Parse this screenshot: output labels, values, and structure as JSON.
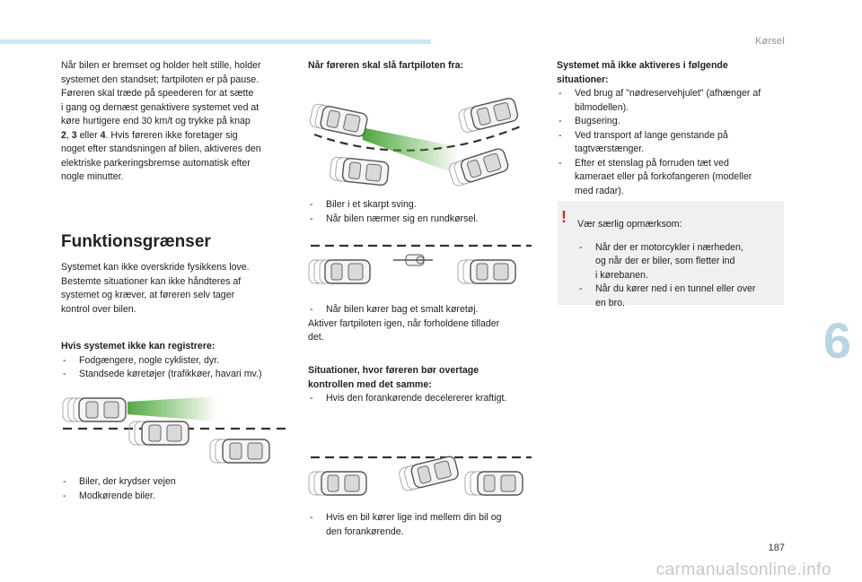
{
  "header": {
    "section": "Kørsel"
  },
  "chapter": "6",
  "page_number": "187",
  "col1": {
    "intro": [
      "Når bilen er bremset og holder helt stille, holder",
      "systemet den standset; fartpiloten er på pause.",
      "Føreren skal træde på speederen for at sætte",
      "i gang og dernæst genaktivere systemet ved at",
      "køre hurtigere end 30 km/t og trykke på knap"
    ],
    "intro_last_a": "2",
    "intro_last_b": ", ",
    "intro_last_c": "3",
    "intro_last_d": " eller ",
    "intro_last_e": "4",
    "intro_last_f": ". Hvis føreren ikke foretager sig",
    "intro_tail": [
      "noget efter standsningen af bilen, aktiveres den",
      "elektriske parkeringsbremse automatisk efter",
      "nogle minutter."
    ],
    "heading": "Funktionsgrænser",
    "limits": [
      "Systemet kan ikke overskride fysikkens love.",
      "Bestemte situationer kan ikke håndteres af",
      "systemet og kræver, at føreren selv tager",
      "kontrol over bilen."
    ],
    "not_detect_title": "Hvis systemet ikke kan registrere:",
    "not_detect_items": [
      "Fodgængere, nogle cyklister, dyr.",
      "Standsede køretøjer (trafikkøer, havari mv.)"
    ],
    "fig_items": [
      "Biler, der krydser vejen",
      "Modkørende biler."
    ]
  },
  "col2": {
    "off_title": "Når føreren skal slå fartpiloten fra:",
    "curve_items": [
      "Biler i et skarpt sving.",
      "Når bilen nærmer sig en rundkørsel."
    ],
    "narrow_item": "Når bilen kører bag et smalt køretøj.",
    "reactivate": [
      "Aktiver fartpiloten igen, når forholdene tillader",
      "det."
    ],
    "takeover_title": [
      "Situationer, hvor føreren bør overtage",
      "kontrollen med det samme:"
    ],
    "takeover_item": "Hvis den forankørende decelererer kraftigt.",
    "cutin_item": [
      "Hvis en bil kører lige ind mellem din bil og",
      "den forankørende."
    ]
  },
  "col3": {
    "title": [
      "Systemet må ikke aktiveres i følgende",
      "situationer:"
    ],
    "items": [
      [
        "Ved brug af \"nødreservehjulet\" (afhænger af",
        "bilmodellen)."
      ],
      [
        "Bugsering."
      ],
      [
        "Ved transport af lange genstande på",
        "tagtværstænger."
      ],
      [
        "Efter et stenslag på forruden tæt ved",
        "kameraet eller på forkofangeren (modeller",
        "med radar)."
      ]
    ],
    "notice_title": "Vær særlig opmærksom:",
    "notice_items": [
      [
        "Når der er motorcykler i nærheden,",
        "og når der er biler, som fletter ind",
        "i kørebanen."
      ],
      [
        "Når du kører ned i en tunnel eller over",
        "en bro."
      ]
    ]
  },
  "watermark": "carmanualsonline.info",
  "colors": {
    "accent_bar": "#cfe6f2",
    "chapter": "#b9d5e4",
    "warning": "#e0262b",
    "beam": "#3fa12b",
    "notice_bg": "#eef0f1"
  }
}
